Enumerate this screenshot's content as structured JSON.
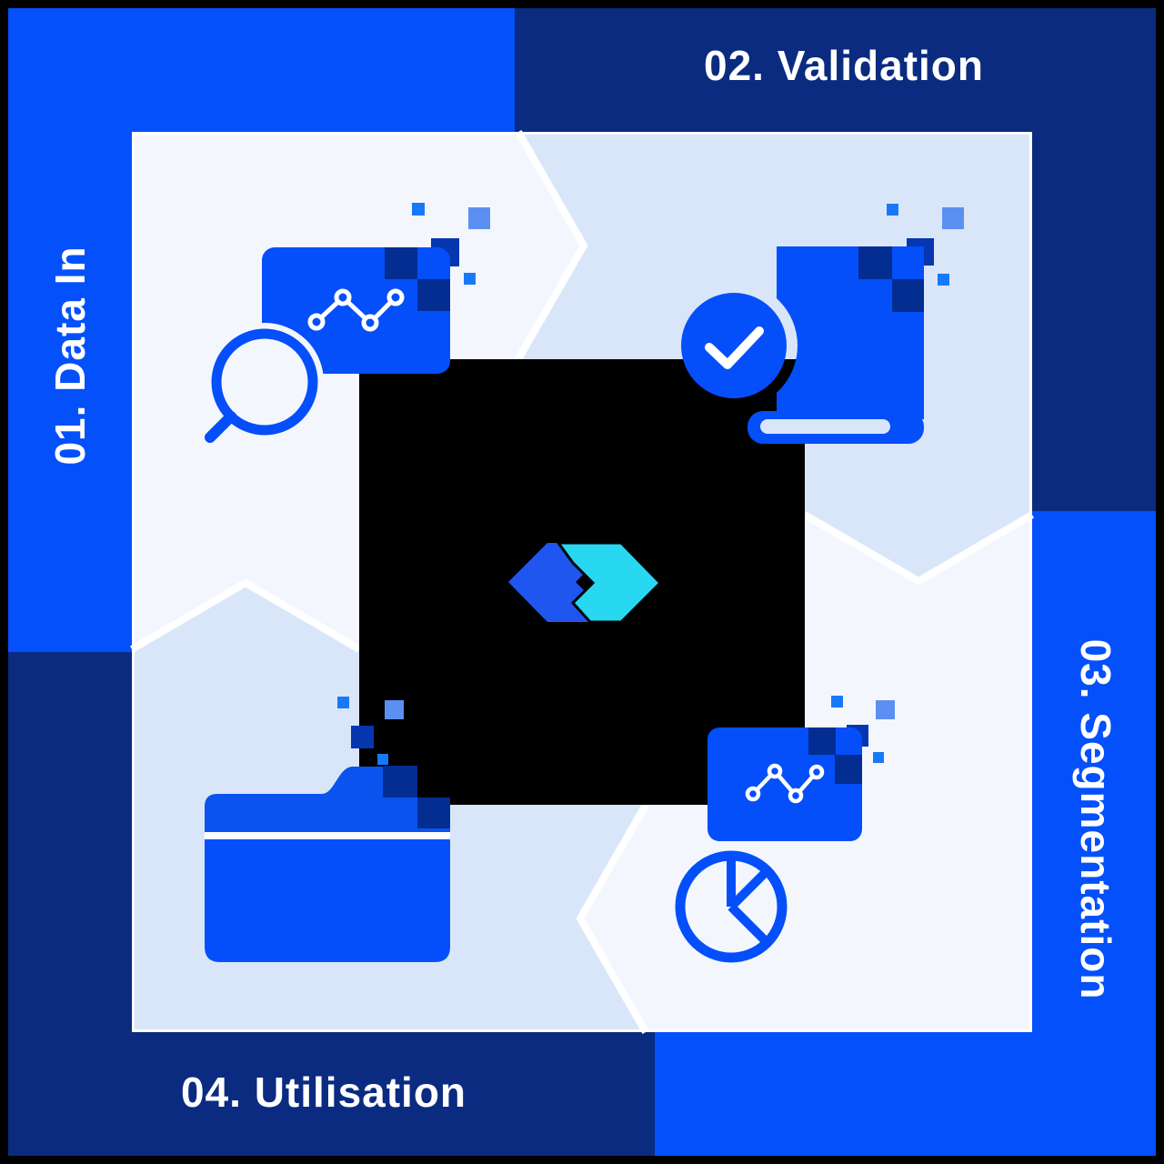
{
  "diagram": {
    "steps": [
      {
        "id": "01",
        "name": "Data In",
        "label": "01. Data In",
        "position": "left",
        "icon": "magnifier-line-chart-icon"
      },
      {
        "id": "02",
        "name": "Validation",
        "label": "02. Validation",
        "position": "top",
        "icon": "document-checkmark-icon"
      },
      {
        "id": "03",
        "name": "Segmentation",
        "label": "03. Segmentation",
        "position": "right",
        "icon": "line-chart-pie-icon"
      },
      {
        "id": "04",
        "name": "Utilisation",
        "label": "04. Utilisation",
        "position": "bottom",
        "icon": "folder-icon"
      }
    ],
    "center_logo": {
      "icon": "interlocked-chevrons-logo"
    },
    "colors": {
      "black": "#000000",
      "bright": "#0450fa",
      "navy": "#0a2b80",
      "lighter": "#f3f7fd",
      "lightblue": "#d9e6f9",
      "card": "#044ffa",
      "card2": "#0b53ee",
      "navy-attach": "#032d91",
      "navy-float": "#0636b0",
      "cornflower": "#5b90f2",
      "bright-small": "#1879f8",
      "cyan": "#27d8f0",
      "logo-blue": "#1e56ef"
    }
  }
}
